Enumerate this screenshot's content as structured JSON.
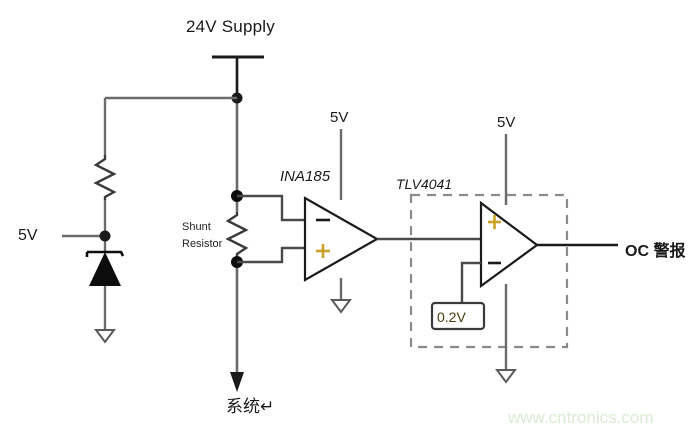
{
  "diagram": {
    "title_label": "24V Supply",
    "labels": {
      "supply_24v": "24V Supply",
      "rail_5v_left": "5V",
      "rail_5v_ina": "5V",
      "rail_5v_comparator": "5V",
      "amplifier_part": "INA185",
      "comparator_part": "TLV4041",
      "shunt_line1": "Shunt",
      "shunt_line2": "Resistor",
      "reference_voltage": "0.2V",
      "output": "OC 警报",
      "system": "系统↵"
    },
    "symbols": {
      "amplifier_minus": "−",
      "amplifier_plus": "+",
      "comparator_plus": "+",
      "comparator_minus": "−"
    },
    "icons": {
      "ground_symbol": "ground-triangle-icon",
      "zener_diode": "zener-diode-icon",
      "resistor": "resistor-zigzag-icon",
      "junction": "junction-dot-icon",
      "arrow": "arrow-down-icon"
    },
    "colors": {
      "wire": "#6b6b6b",
      "wire_dark": "#1a1a1a",
      "text": "#1a1a1a",
      "dashed_box": "#8a8a8a",
      "ref_box_border": "#3a3a3a",
      "ref_text": "#4a3a10",
      "watermark": "#d9ecd2",
      "background": "#ffffff"
    }
  },
  "watermark": {
    "text": "www.cntronics.com"
  }
}
